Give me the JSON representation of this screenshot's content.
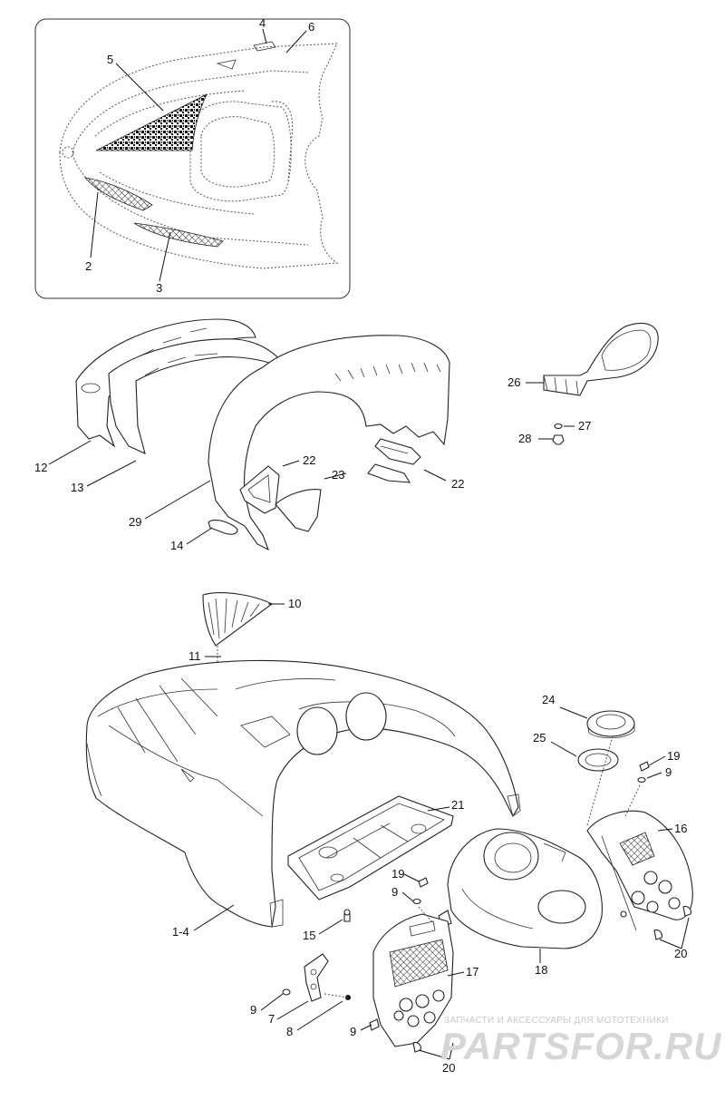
{
  "callouts": {
    "c4": "4",
    "c6": "6",
    "c5": "5",
    "c2": "2",
    "c3": "3",
    "c12": "12",
    "c13": "13",
    "c29": "29",
    "c14": "14",
    "c22a": "22",
    "c23": "23",
    "c22b": "22",
    "c26": "26",
    "c27": "27",
    "c28": "28",
    "c10": "10",
    "c11": "11",
    "c24": "24",
    "c25": "25",
    "c19a": "19",
    "c9a": "9",
    "c16": "16",
    "c21": "21",
    "c19b": "19",
    "c9b": "9",
    "c15": "15",
    "c1_4": "1-4",
    "c18": "18",
    "c17": "17",
    "c9c": "9",
    "c7": "7",
    "c8": "8",
    "c20a": "20",
    "c9d": "9",
    "c20b": "20"
  },
  "watermark": {
    "tagline": "ЗАПЧАСТИ И АКСЕССУАРЫ ДЛЯ МОТОТЕХНИКИ",
    "brand": "PARTSFOR.RU"
  }
}
